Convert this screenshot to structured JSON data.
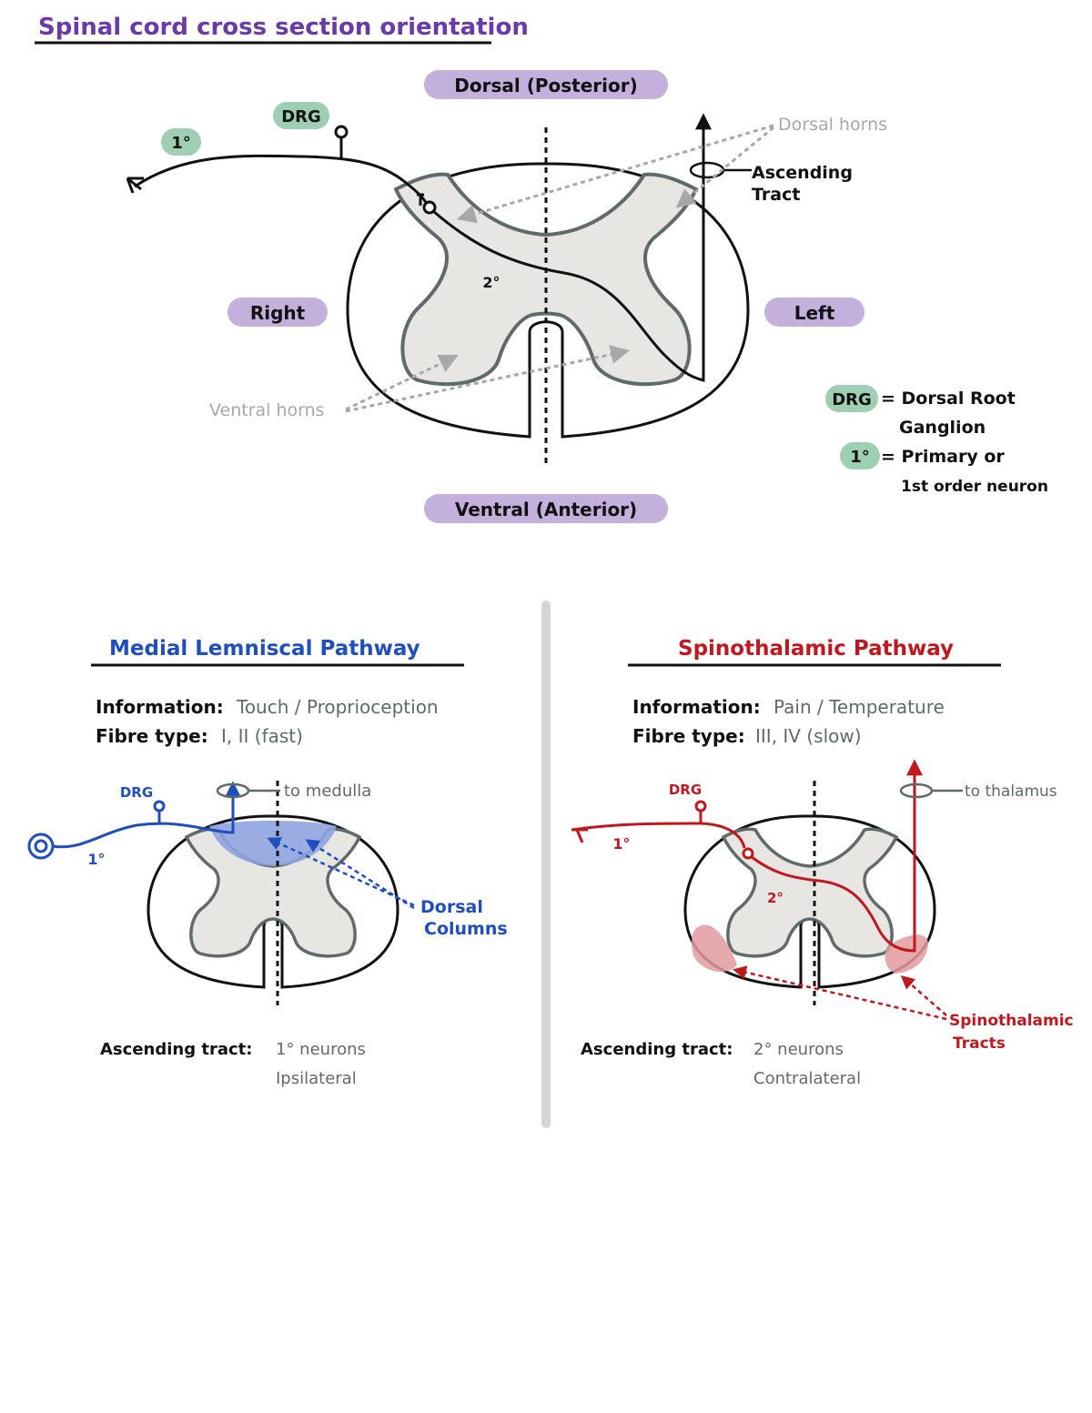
{
  "title": "Spinal cord cross section orientation",
  "orientation": {
    "dorsal": "Dorsal (Posterior)",
    "ventral": "Ventral (Anterior)",
    "right": "Right",
    "left": "Left"
  },
  "top_diagram": {
    "drg": "DRG",
    "primary": "1°",
    "secondary": "2°",
    "dorsal_horns": "Dorsal horns",
    "ventral_horns": "Ventral horns",
    "ascending_line1": "Ascending",
    "ascending_line2": "Tract"
  },
  "legend": {
    "drg_badge": "DRG",
    "drg_text_line1": "= Dorsal Root",
    "drg_text_line2": "Ganglion",
    "primary_badge": "1°",
    "primary_text_line1": "= Primary or",
    "primary_text_line2": "1st order neuron"
  },
  "medial": {
    "title": "Medial Lemniscal Pathway",
    "info_label": "Information:",
    "info_value": "Touch / Proprioception",
    "fibre_label": "Fibre type:",
    "fibre_value": "I, II (fast)",
    "drg": "DRG",
    "primary": "1°",
    "to": "to medulla",
    "columns_line1": "Dorsal",
    "columns_line2": "Columns",
    "asc_label": "Ascending tract:",
    "asc_line1": "1° neurons",
    "asc_line2": "Ipsilateral"
  },
  "spino": {
    "title": "Spinothalamic Pathway",
    "info_label": "Information:",
    "info_value": "Pain / Temperature",
    "fibre_label": "Fibre type:",
    "fibre_value": "III, IV (slow)",
    "drg": "DRG",
    "primary": "1°",
    "secondary": "2°",
    "to": "to thalamus",
    "tracts_line1": "Spinothalamic",
    "tracts_line2": "Tracts",
    "asc_label": "Ascending tract:",
    "asc_line1": "2° neurons",
    "asc_line2": "Contralateral"
  },
  "colors": {
    "purple": "#6a3aa8",
    "lavender": "#c4b0dc",
    "mint": "#9fcfb2",
    "grey_matter": "#e8e6e3",
    "grey_outline": "#5f6b6b",
    "arrow_grey": "#a8a8a8",
    "blue": "#1f4fbf",
    "blue_fill": "#8ea4e0",
    "red": "#c0181e",
    "red_fill": "#e39b9e",
    "divider": "#d6d6d6"
  }
}
